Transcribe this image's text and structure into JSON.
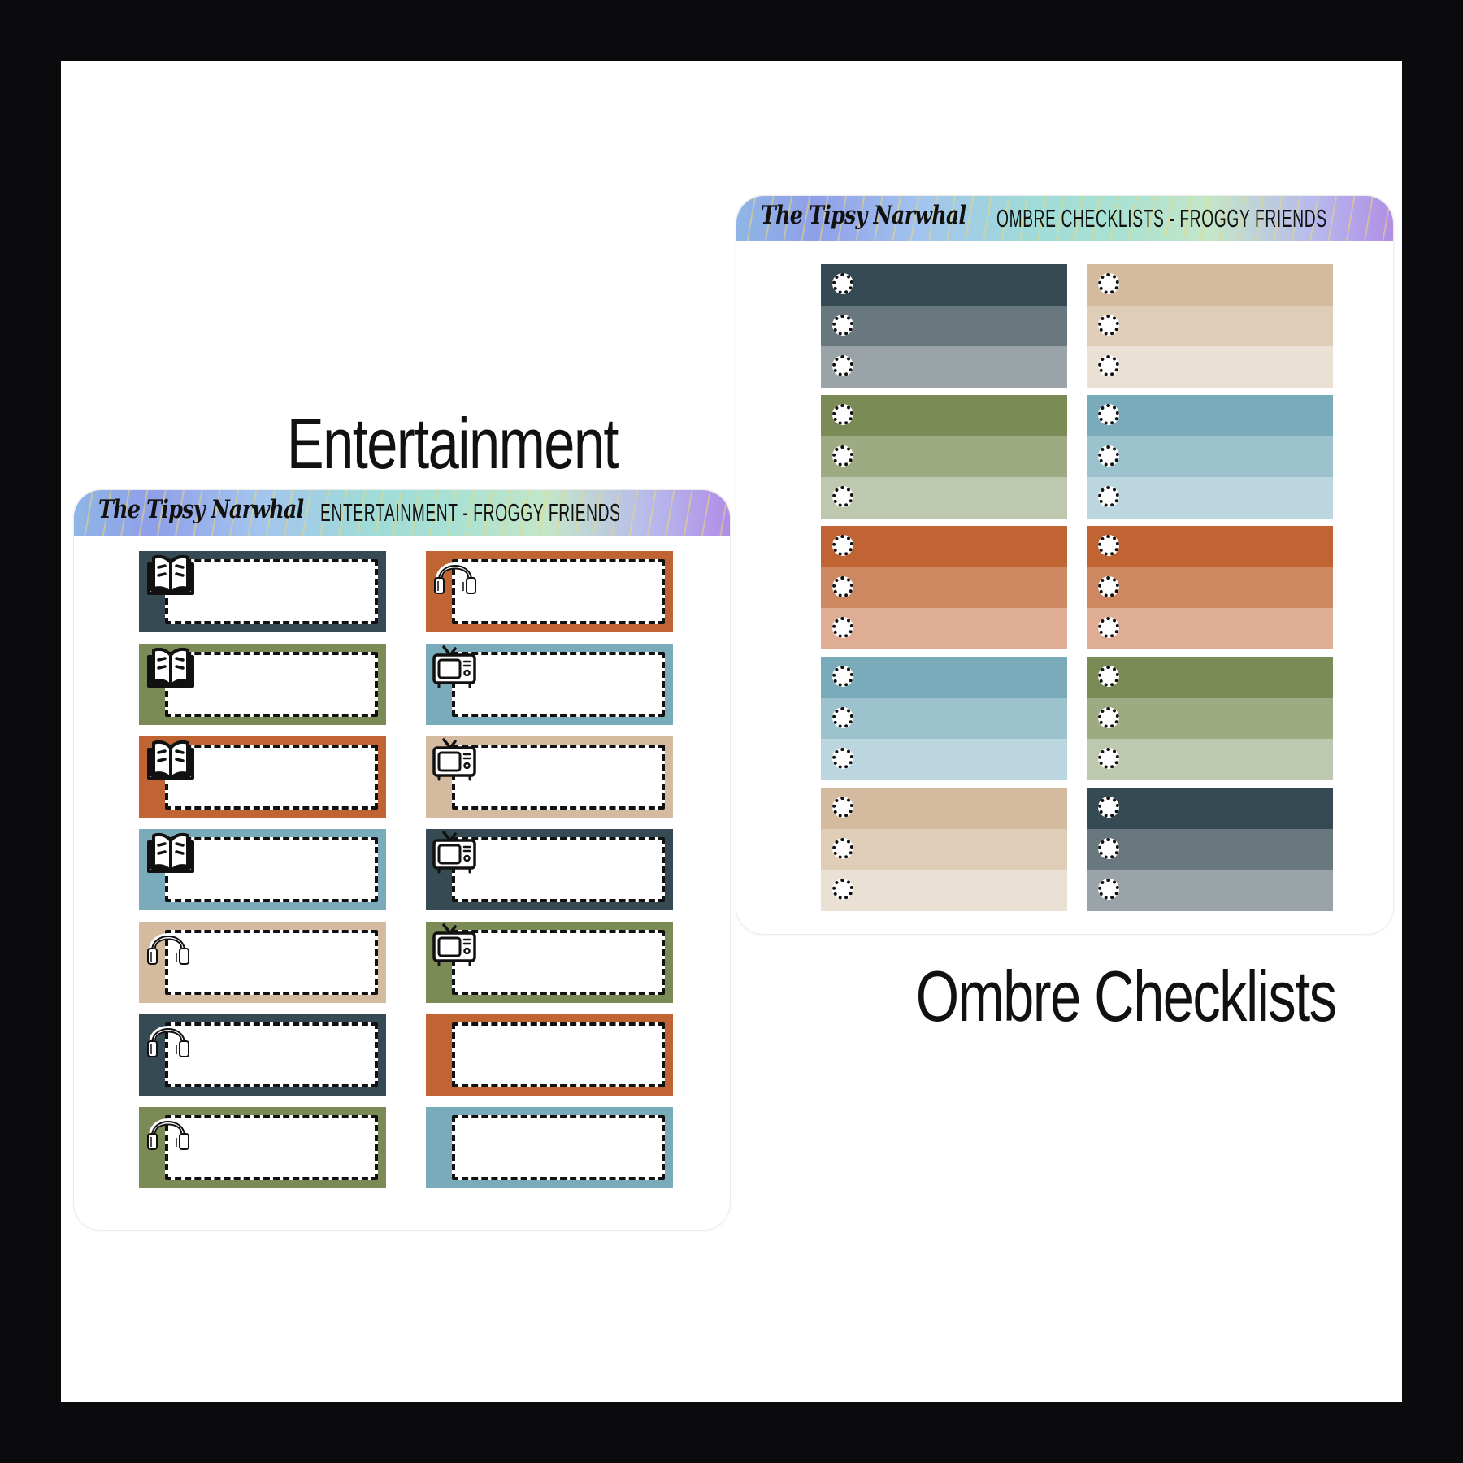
{
  "colors": {
    "slate": "#354a52",
    "slate_mid": "#68787e",
    "slate_light": "#9aa3a8",
    "olive": "#7b8b55",
    "olive_mid": "#9eab82",
    "olive_light": "#bdc8ae",
    "rust": "#bf6432",
    "rust_mid": "#cd8862",
    "rust_light": "#dfad93",
    "blue": "#7aabba",
    "blue_mid": "#9cc2cd",
    "blue_light": "#bcd6df",
    "tan": "#d4bb9f",
    "tan_mid": "#e0cdb8",
    "tan_light": "#eae0d3"
  },
  "entertainment": {
    "title": "Entertainment",
    "header_brand": "The Tipsy Narwhal",
    "header_subtitle": "ENTERTAINMENT - FROGGY FRIENDS",
    "stickers": [
      {
        "col": 0,
        "row": 0,
        "color": "#354a52",
        "icon": "book-icon"
      },
      {
        "col": 0,
        "row": 1,
        "color": "#7b8b55",
        "icon": "book-icon"
      },
      {
        "col": 0,
        "row": 2,
        "color": "#bf6432",
        "icon": "book-icon"
      },
      {
        "col": 0,
        "row": 3,
        "color": "#7aabba",
        "icon": "book-icon"
      },
      {
        "col": 0,
        "row": 4,
        "color": "#d4bb9f",
        "icon": "headphones-icon"
      },
      {
        "col": 0,
        "row": 5,
        "color": "#354a52",
        "icon": "headphones-icon"
      },
      {
        "col": 0,
        "row": 6,
        "color": "#7b8b55",
        "icon": "headphones-icon"
      },
      {
        "col": 1,
        "row": 0,
        "color": "#bf6432",
        "icon": "headphones-icon"
      },
      {
        "col": 1,
        "row": 1,
        "color": "#7aabba",
        "icon": "tv-icon"
      },
      {
        "col": 1,
        "row": 2,
        "color": "#d4bb9f",
        "icon": "tv-icon"
      },
      {
        "col": 1,
        "row": 3,
        "color": "#354a52",
        "icon": "tv-icon"
      },
      {
        "col": 1,
        "row": 4,
        "color": "#7b8b55",
        "icon": "tv-icon"
      },
      {
        "col": 1,
        "row": 5,
        "color": "#bf6432",
        "icon": "none"
      },
      {
        "col": 1,
        "row": 6,
        "color": "#7aabba",
        "icon": "none"
      }
    ]
  },
  "checklists": {
    "title": "Ombre Checklists",
    "header_brand": "The Tipsy Narwhal",
    "header_subtitle": "OMBRE CHECKLISTS - FROGGY FRIENDS",
    "groups": [
      {
        "col": 0,
        "row": 0,
        "shades": [
          "#354a52",
          "#68787e",
          "#9aa3a8"
        ]
      },
      {
        "col": 0,
        "row": 1,
        "shades": [
          "#7b8b55",
          "#9eab82",
          "#bdc8ae"
        ]
      },
      {
        "col": 0,
        "row": 2,
        "shades": [
          "#bf6432",
          "#cd8862",
          "#dfad93"
        ]
      },
      {
        "col": 0,
        "row": 3,
        "shades": [
          "#7aabba",
          "#9cc2cd",
          "#bcd6df"
        ]
      },
      {
        "col": 0,
        "row": 4,
        "shades": [
          "#d4bb9f",
          "#e0cdb8",
          "#eae0d3"
        ]
      },
      {
        "col": 1,
        "row": 0,
        "shades": [
          "#d4bb9f",
          "#e0cdb8",
          "#eae0d3"
        ]
      },
      {
        "col": 1,
        "row": 1,
        "shades": [
          "#7aabba",
          "#9cc2cd",
          "#bcd6df"
        ]
      },
      {
        "col": 1,
        "row": 2,
        "shades": [
          "#bf6432",
          "#cd8862",
          "#dfad93"
        ]
      },
      {
        "col": 1,
        "row": 3,
        "shades": [
          "#7b8b55",
          "#9eab82",
          "#bdc8ae"
        ]
      },
      {
        "col": 1,
        "row": 4,
        "shades": [
          "#354a52",
          "#68787e",
          "#9aa3a8"
        ]
      }
    ]
  }
}
